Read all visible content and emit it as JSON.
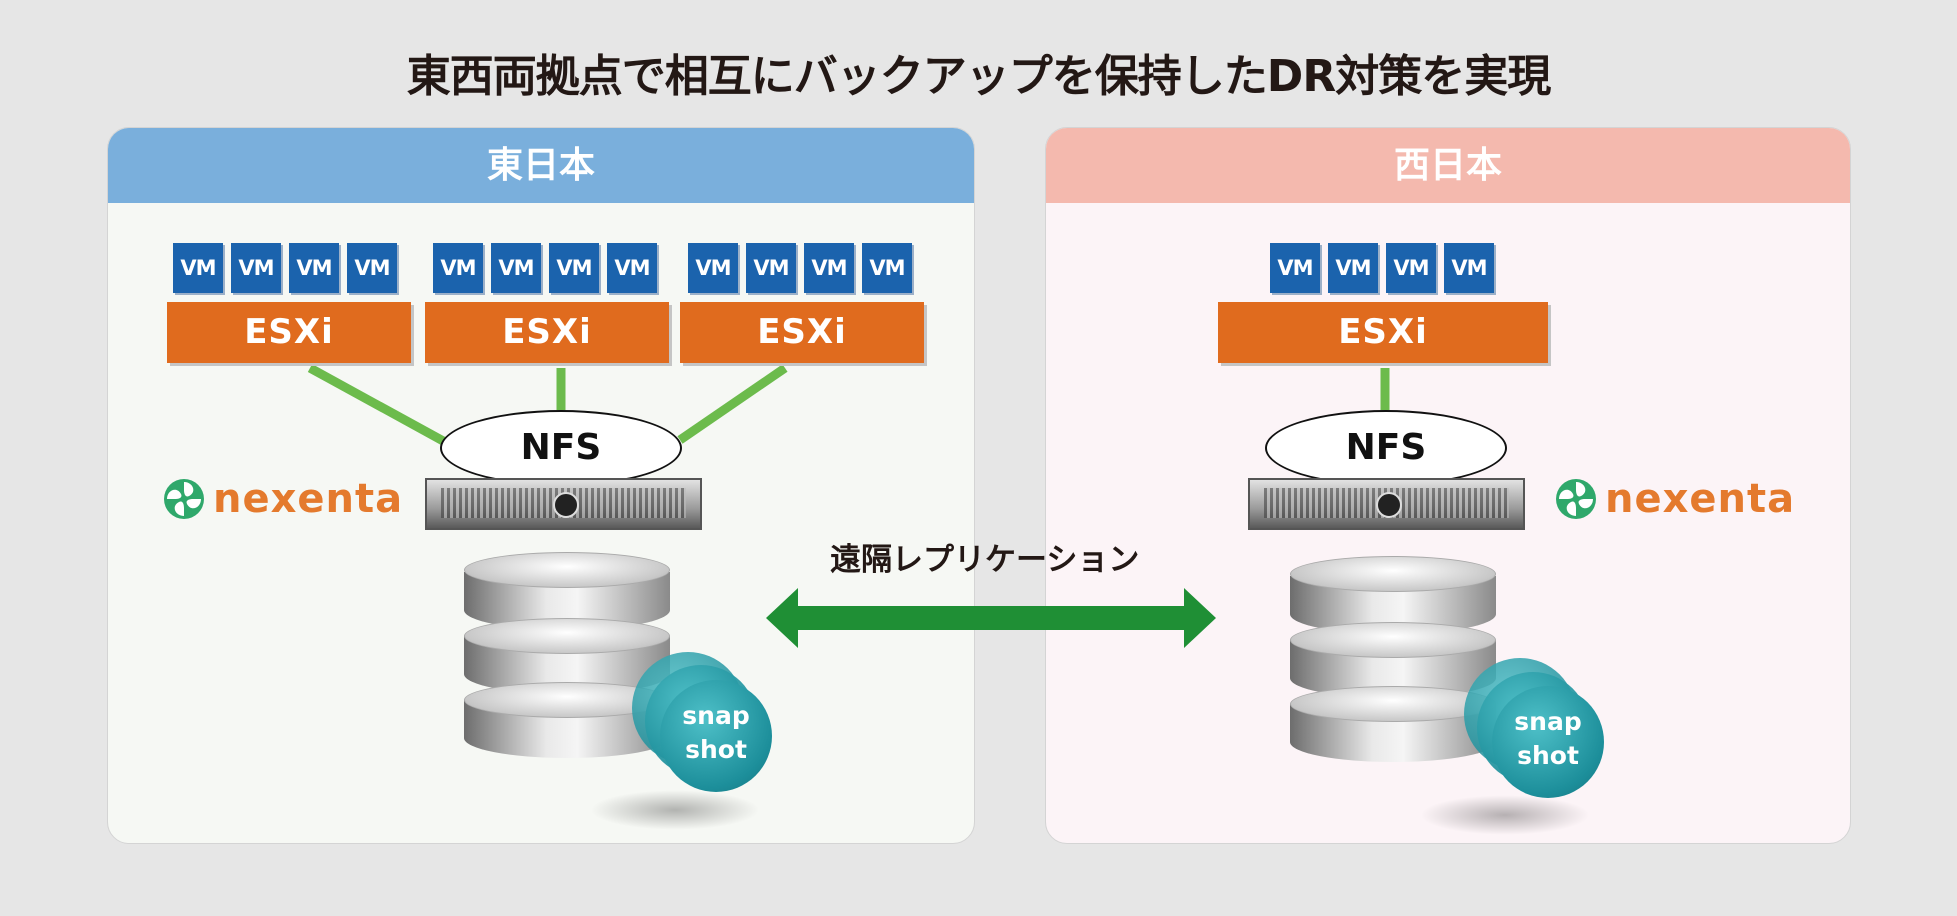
{
  "title": "東西両拠点で相互にバックアップを保持したDR対策を実現",
  "east": {
    "header": "東日本",
    "vm_label": "VM",
    "esxi_labels": [
      "ESXi",
      "ESXi",
      "ESXi"
    ],
    "nfs_label": "NFS",
    "logo_text": "nexenta",
    "snapshot_lines": [
      "snap",
      "shot"
    ]
  },
  "west": {
    "header": "西日本",
    "vm_label": "VM",
    "esxi_labels": [
      "ESXi"
    ],
    "nfs_label": "NFS",
    "logo_text": "nexenta",
    "snapshot_lines": [
      "snap",
      "shot"
    ]
  },
  "replication_label": "遠隔レプリケーション",
  "colors": {
    "east_header": "#7aafdc",
    "west_header": "#f4b9ae",
    "vm": "#1b63ad",
    "esxi": "#e06b1e",
    "link_green": "#6cbb4c",
    "arrow_green": "#1f8f35",
    "snapshot": "#1c8e9a",
    "nexenta": "#e47a2d"
  }
}
